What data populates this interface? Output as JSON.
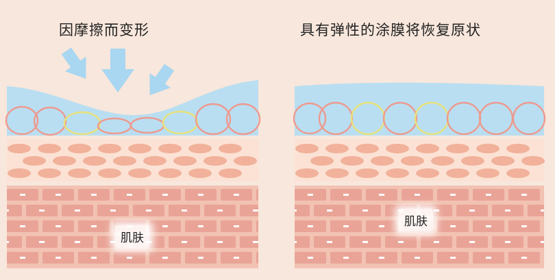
{
  "left_panel": {
    "caption": "因摩擦而变形",
    "skin_label": "肌肤"
  },
  "right_panel": {
    "caption": "具有弹性的涂膜将恢复原状",
    "skin_label": "肌肤"
  },
  "colors": {
    "background": "#f8e7dc",
    "film": "#b9def1",
    "arrow": "#a9d6f0",
    "cell_pink": "#ed9a8f",
    "cell_yellow": "#e8e27a",
    "middle_layer": "#fbe2d5",
    "middle_cells": "#f1b19a",
    "brick_layer": "#f2c2b2",
    "bricks": "#e9a497"
  }
}
